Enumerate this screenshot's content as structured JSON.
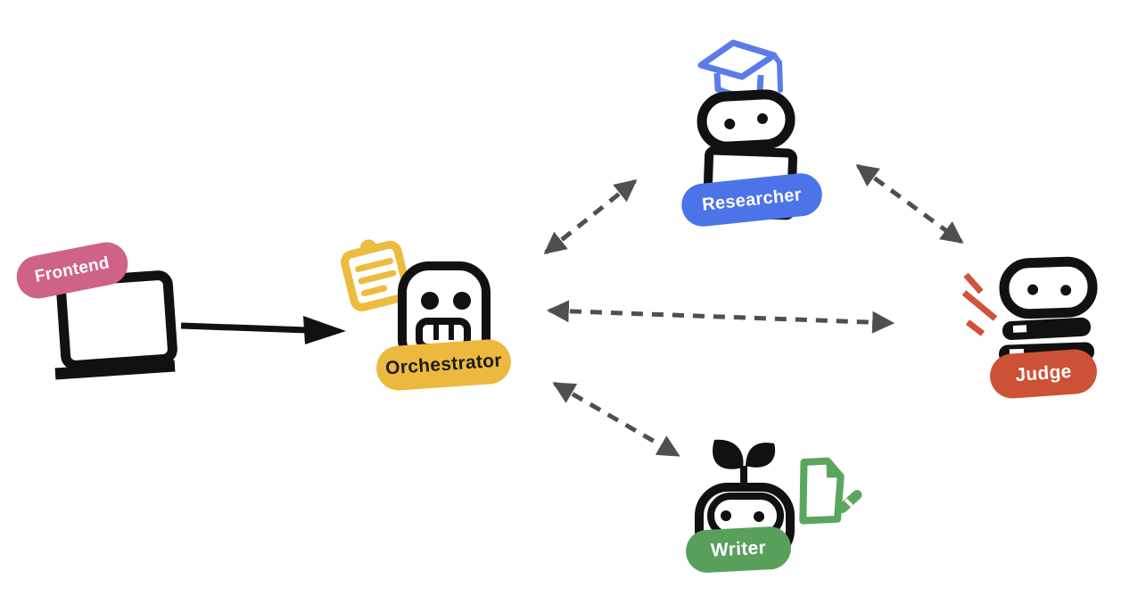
{
  "diagram": {
    "nodes": {
      "frontend": {
        "label": "Frontend",
        "color": "#cf6287",
        "text_color": "#ffffff",
        "icon": "laptop-icon"
      },
      "orchestrator": {
        "label": "Orchestrator",
        "color": "#ecb83e",
        "text_color": "#1d1d1d",
        "icon": "robot-icon",
        "badge_icon": "clipboard-icon",
        "accent": "#ecbc3f"
      },
      "researcher": {
        "label": "Researcher",
        "color": "#4d73e8",
        "text_color": "#ffffff",
        "icon": "robot-icon",
        "badge_icon": "graduation-cap-icon",
        "accent": "#5b7ce8"
      },
      "judge": {
        "label": "Judge",
        "color": "#cd5136",
        "text_color": "#ffffff",
        "icon": "robot-books-icon",
        "badge_icon": "emphasis-marks-icon",
        "accent": "#d05339"
      },
      "writer": {
        "label": "Writer",
        "color": "#58a05c",
        "text_color": "#ffffff",
        "icon": "robot-sprout-icon",
        "badge_icon": "document-pencil-icon",
        "accent": "#5aa65e"
      }
    },
    "edges": [
      {
        "from": "Frontend",
        "to": "Orchestrator",
        "style": "solid",
        "direction": "one-way",
        "color": "#111111"
      },
      {
        "from": "Orchestrator",
        "to": "Researcher",
        "style": "dashed",
        "direction": "two-way",
        "color": "#4f4f4f"
      },
      {
        "from": "Orchestrator",
        "to": "Judge",
        "style": "dashed",
        "direction": "two-way",
        "color": "#4f4f4f"
      },
      {
        "from": "Orchestrator",
        "to": "Writer",
        "style": "dashed",
        "direction": "two-way",
        "color": "#4f4f4f"
      },
      {
        "from": "Researcher",
        "to": "Judge",
        "style": "dashed",
        "direction": "two-way",
        "color": "#4f4f4f"
      }
    ],
    "ink_color": "#111111",
    "background": "#ffffff"
  }
}
